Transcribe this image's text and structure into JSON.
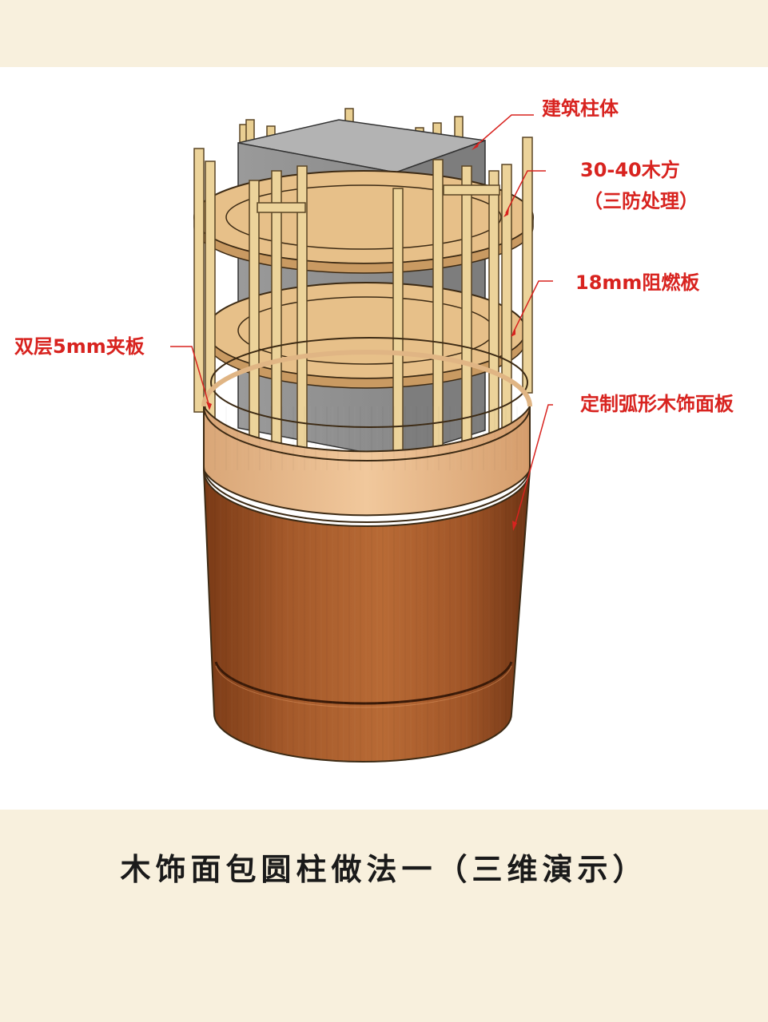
{
  "callouts": {
    "column_body": "建筑柱体",
    "timber_size": "30-40木方",
    "timber_note": "（三防处理）",
    "fire_board": "18mm阻燃板",
    "plywood": "双层5mm夹板",
    "face_panel": "定制弧形木饰面板"
  },
  "caption": "木饰面包圆柱做法一（三维演示）",
  "colors": {
    "background": "#f8f0dd",
    "panel": "#ffffff",
    "callout_text": "#d8231f",
    "concrete": "#8f8f8f",
    "timber": "#e9cf92",
    "plywood": "#e2b07c",
    "veneer": "#9a4f22"
  }
}
